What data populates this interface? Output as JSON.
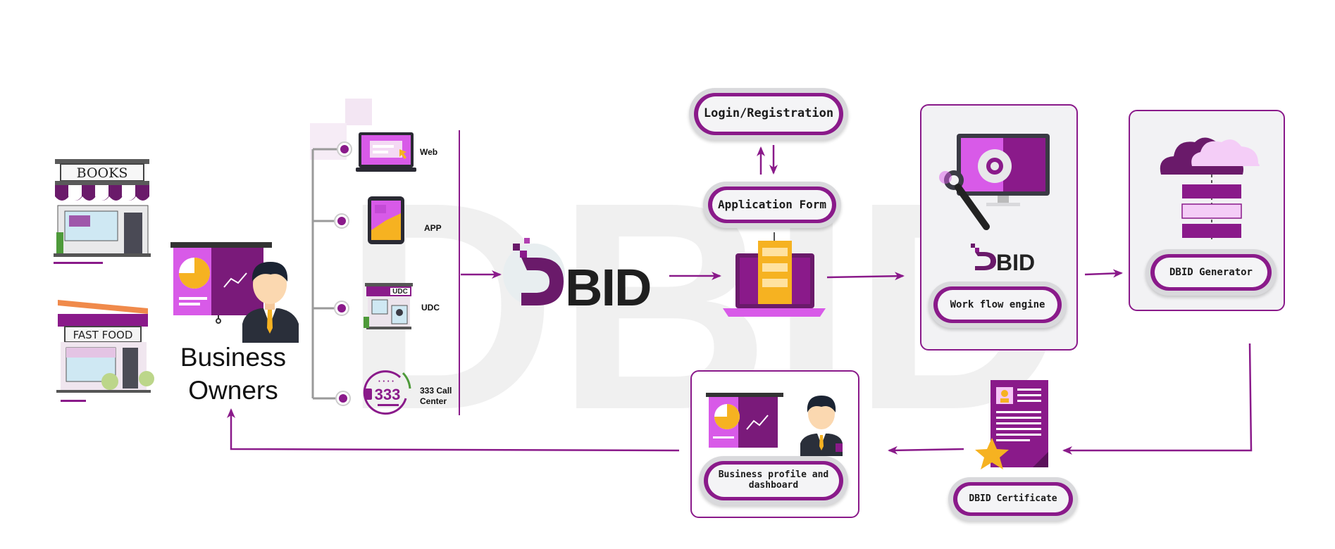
{
  "colors": {
    "accent": "#8a1a8a",
    "accent_light": "#e37ff0",
    "orange": "#f6b221",
    "dark": "#1f1f1f",
    "watermark": "#efefef"
  },
  "watermark_text": "DBID",
  "shops": {
    "books_sign": "BOOKS",
    "fastfood_sign": "FAST FOOD"
  },
  "owners_label": [
    "Business",
    "Owners"
  ],
  "channels": [
    {
      "id": "web",
      "label": "Web",
      "icon": "laptop-icon"
    },
    {
      "id": "app",
      "label": "APP",
      "icon": "tablet-icon"
    },
    {
      "id": "udc",
      "label": "UDC",
      "icon": "udc-shop-icon",
      "sign": "UDC"
    },
    {
      "id": "call",
      "label": "333 Call Center",
      "icon": "call-center-icon",
      "badge": "333"
    }
  ],
  "logo": {
    "main": "BID",
    "small": "BID"
  },
  "flow": {
    "login": "Login/Registration",
    "application_form": "Application Form",
    "workflow_engine": "Work flow engine",
    "dbid_generator": "DBID Generator",
    "dbid_certificate": "DBID Certificate",
    "business_profile": "Business profile and dashboard"
  }
}
